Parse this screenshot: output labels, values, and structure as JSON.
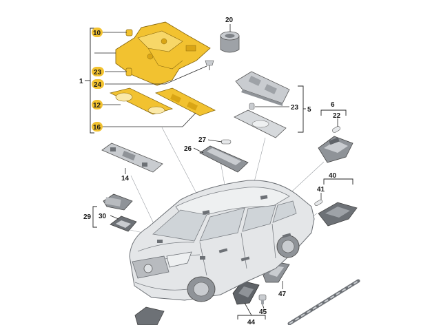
{
  "labels": {
    "l1": "1",
    "l5": "5",
    "l6": "6",
    "l10": "10",
    "l12": "12",
    "l14": "14",
    "l16": "16",
    "l20": "20",
    "l22": "22",
    "l23a": "23",
    "l23b": "23",
    "l24": "24",
    "l26": "26",
    "l27": "27",
    "l29": "29",
    "l30": "30",
    "l40": "40",
    "l41": "41",
    "l44": "44",
    "l45": "45",
    "l47": "47"
  },
  "colors": {
    "highlight": "#f2c230",
    "part_gray": "#c9ccd0",
    "part_dark": "#6d7176",
    "car_body": "#e4e6e8",
    "line": "#222222"
  }
}
